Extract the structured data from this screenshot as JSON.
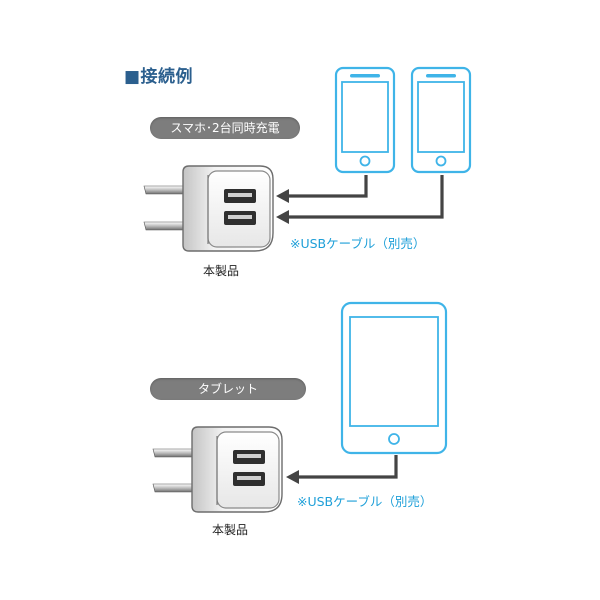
{
  "title": "■接続例",
  "section1": {
    "pill_label": "スマホ･2台同時充電",
    "product_label": "本製品",
    "cable_label": "※USBケーブル（別売）"
  },
  "section2": {
    "pill_label": "タブレット",
    "product_label": "本製品",
    "cable_label": "※USBケーブル（別売）"
  },
  "colors": {
    "device_outline": "#3fb4e8",
    "cable": "#444444",
    "title": "#2b5f8e",
    "cable_label": "#1e9fd8",
    "pill": "#7d7d7d"
  },
  "icons": [
    "smartphone-icon",
    "tablet-icon",
    "usb-charger-icon",
    "arrow-icon"
  ]
}
